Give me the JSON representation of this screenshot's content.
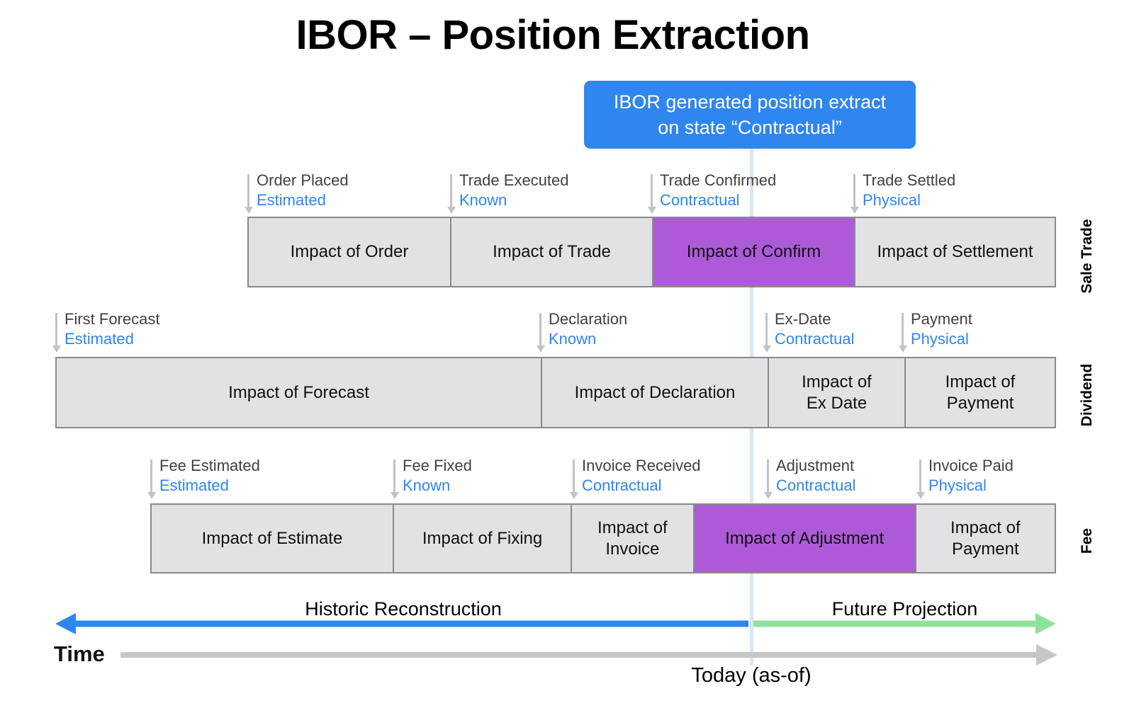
{
  "title": "IBOR – Position Extraction",
  "callout": {
    "line1": "IBOR generated position extract",
    "line2": "on state “Contractual”",
    "color": "#2f86ee"
  },
  "today": {
    "line_color": "#d5e7fb",
    "label": "Today (as-of)"
  },
  "time_axis": {
    "label": "Time",
    "color": "#c6c6c6"
  },
  "phases": [
    {
      "label": "Historic Reconstruction",
      "direction": "left",
      "color": "#2f86ee"
    },
    {
      "label": "Future Projection",
      "direction": "right",
      "color": "#8ee39b"
    }
  ],
  "colors": {
    "segment_fill": "#e2e2e4",
    "segment_border": "#8a8a8a",
    "highlight_fill": "#ad5ad9",
    "state_text": "#2f86ee",
    "marker_text": "#404040",
    "arrow_gray": "#c3c3c3"
  },
  "rows": [
    {
      "category": "Sale Trade",
      "markers": [
        {
          "name": "Order Placed",
          "state": "Estimated"
        },
        {
          "name": "Trade Executed",
          "state": "Known"
        },
        {
          "name": "Trade Confirmed",
          "state": "Contractual"
        },
        {
          "name": "Trade Settled",
          "state": "Physical"
        }
      ],
      "segments": [
        {
          "label": "Impact of Order",
          "highlight": false
        },
        {
          "label": "Impact of Trade",
          "highlight": false
        },
        {
          "label": "Impact of Confirm",
          "highlight": true
        },
        {
          "label": "Impact of Settlement",
          "highlight": false
        }
      ]
    },
    {
      "category": "Dividend",
      "markers": [
        {
          "name": "First Forecast",
          "state": "Estimated"
        },
        {
          "name": "Declaration",
          "state": "Known"
        },
        {
          "name": "Ex-Date",
          "state": "Contractual"
        },
        {
          "name": "Payment",
          "state": "Physical"
        }
      ],
      "segments": [
        {
          "label": "Impact of Forecast",
          "highlight": false
        },
        {
          "label": "Impact of Declaration",
          "highlight": false
        },
        {
          "label": "Impact of\nEx Date",
          "highlight": false
        },
        {
          "label": "Impact of\nPayment",
          "highlight": false
        }
      ]
    },
    {
      "category": "Fee",
      "markers": [
        {
          "name": "Fee Estimated",
          "state": "Estimated"
        },
        {
          "name": "Fee Fixed",
          "state": "Known"
        },
        {
          "name": "Invoice Received",
          "state": "Contractual"
        },
        {
          "name": "Adjustment",
          "state": "Contractual"
        },
        {
          "name": "Invoice Paid",
          "state": "Physical"
        }
      ],
      "segments": [
        {
          "label": "Impact of Estimate",
          "highlight": false
        },
        {
          "label": "Impact of Fixing",
          "highlight": false
        },
        {
          "label": "Impact of\nInvoice",
          "highlight": false
        },
        {
          "label": "Impact of Adjustment",
          "highlight": true
        },
        {
          "label": "Impact of\nPayment",
          "highlight": false
        }
      ]
    }
  ]
}
